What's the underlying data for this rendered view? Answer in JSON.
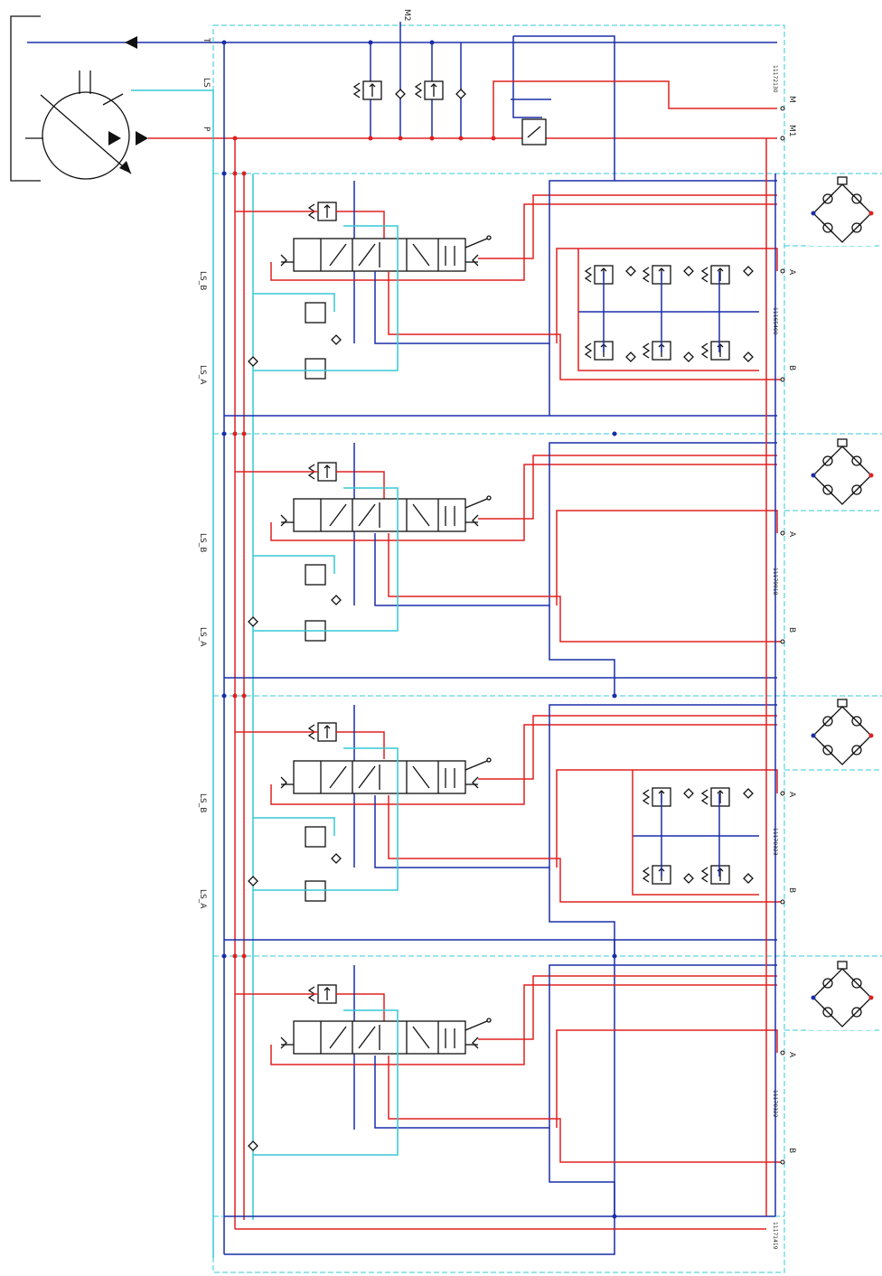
{
  "ports": {
    "t": "T",
    "ls": "LS",
    "p": "P",
    "m2": "M2",
    "m": "M",
    "m1": "M1"
  },
  "codes": {
    "inlet": "11172130",
    "section1": "11165400",
    "section2": "11179918",
    "section3": "11170323",
    "section4": "11170322",
    "end": "11171419"
  },
  "sections": [
    {
      "lsb": "LS_B",
      "lsa": "LS_A",
      "a": "A",
      "b": "B"
    },
    {
      "lsb": "LS_B",
      "lsa": "LS_A",
      "a": "A",
      "b": "B"
    },
    {
      "lsb": "LS_B",
      "lsa": "LS_A",
      "a": "A",
      "b": "B"
    },
    {
      "a": "A",
      "b": "B"
    }
  ]
}
